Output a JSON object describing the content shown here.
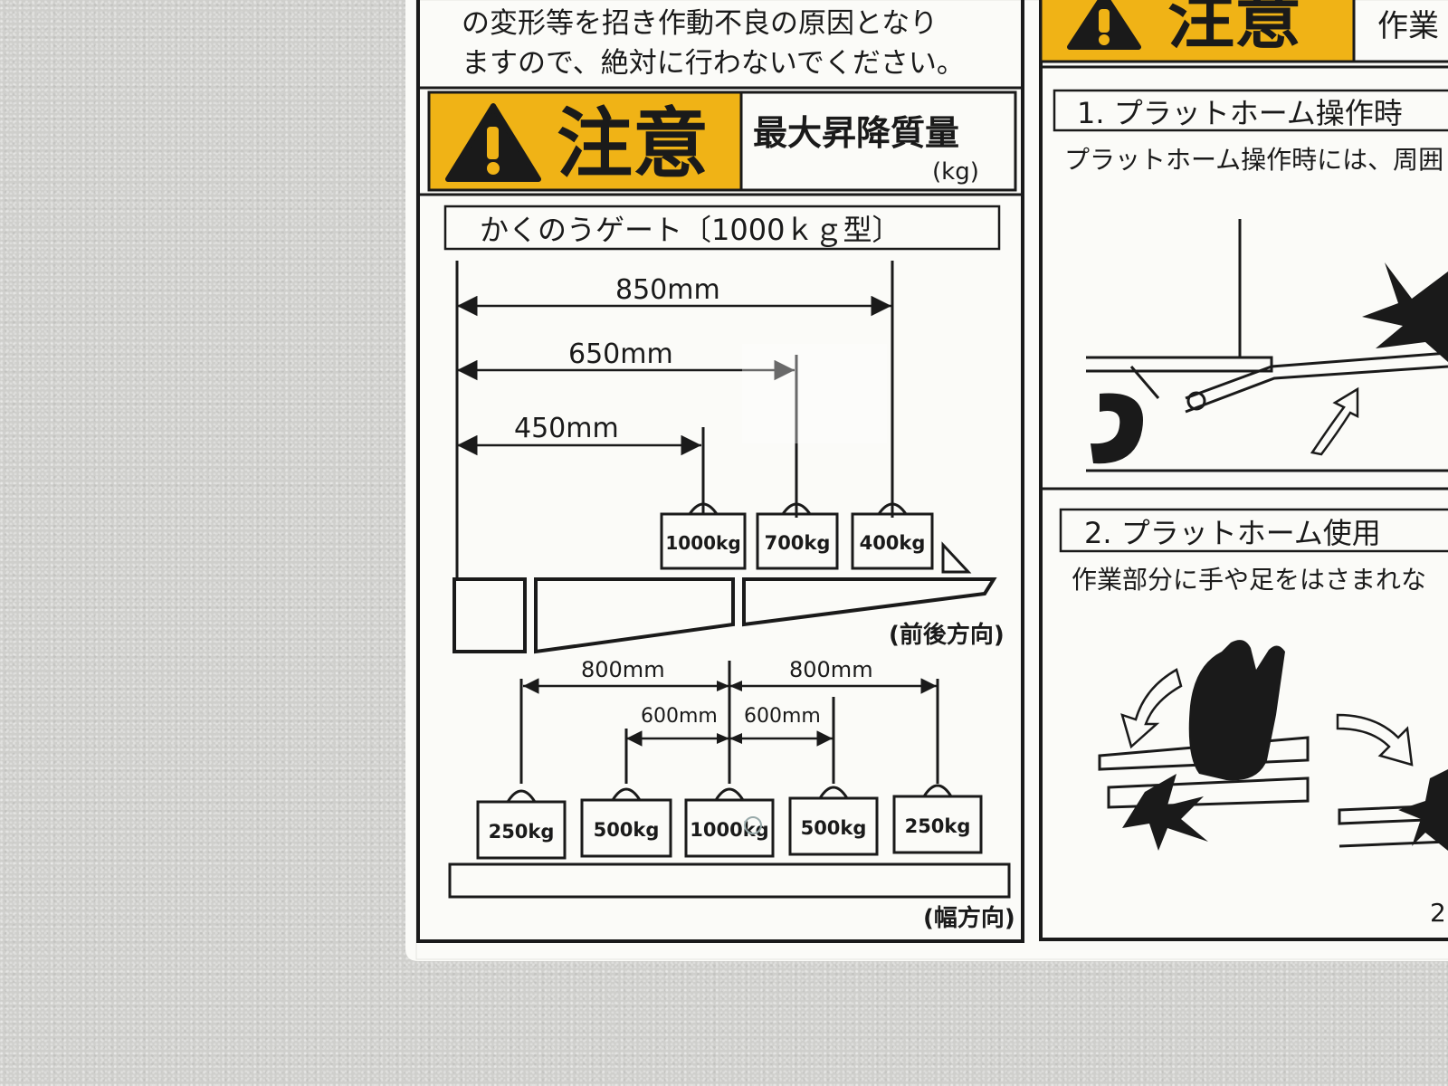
{
  "left_panel": {
    "top_note_line1": "の変形等を招き作動不良の原因となり",
    "top_note_line2": "ますので、絶対に行わないでください。",
    "caution_word": "注意",
    "heading_line1": "最大昇降質量",
    "heading_unit": "(kg)",
    "gate_title": "かくのうゲート〔1000ｋｇ型〕",
    "front_rear": {
      "dims": [
        "850mm",
        "650mm",
        "450mm"
      ],
      "loads": [
        "1000kg",
        "700kg",
        "400kg"
      ],
      "direction_label": "(前後方向)"
    },
    "width": {
      "dims_outer": [
        "800mm",
        "800mm"
      ],
      "dims_inner": [
        "600mm",
        "600mm"
      ],
      "loads": [
        "250kg",
        "500kg",
        "1000kg",
        "500kg",
        "250kg"
      ],
      "direction_label": "(幅方向)"
    }
  },
  "right_panel": {
    "caution_word": "注意",
    "header_fragment": "作業",
    "section1_title": "1. プラットホーム操作時",
    "section1_text": "プラットホーム操作時には、周囲",
    "section2_title": "2. プラットホーム使用",
    "section2_text": "作業部分に手や足をはさまれな",
    "page_fragment": "2"
  },
  "colors": {
    "caution_yellow": "#f0b316",
    "ink": "#1a1a1a",
    "label_white": "#fbfbf8"
  }
}
